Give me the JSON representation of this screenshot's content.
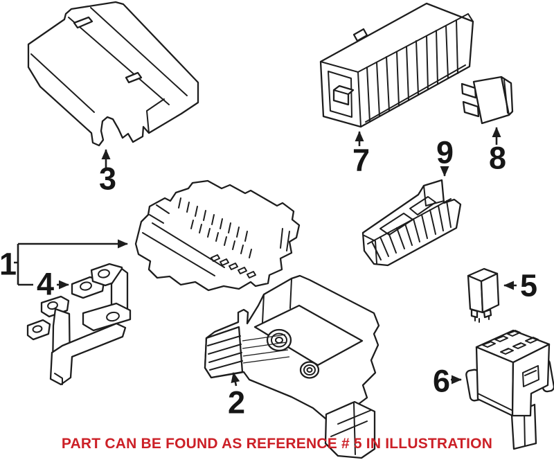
{
  "colors": {
    "background": "#ffffff",
    "line": "#1d1d1d",
    "caption_red": "#cc2027"
  },
  "caption": {
    "text": "PART CAN BE FOUND AS REFERENCE # 5 IN ILLUSTRATION"
  },
  "callouts": {
    "n1": "1",
    "n2": "2",
    "n3": "3",
    "n4": "4",
    "n5": "5",
    "n6": "6",
    "n7": "7",
    "n8": "8",
    "n9": "9"
  }
}
